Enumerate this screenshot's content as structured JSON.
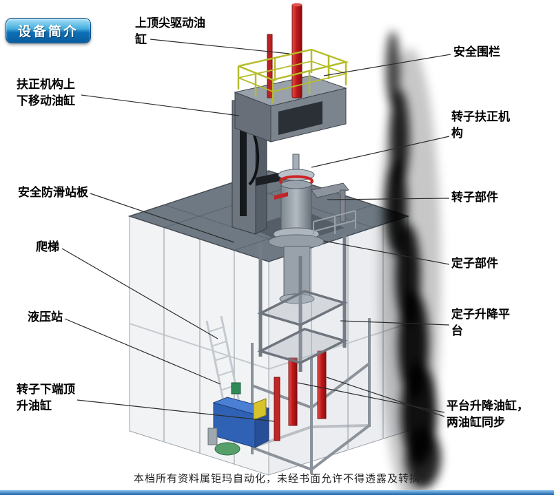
{
  "slide": {
    "title_badge": "设备简介",
    "footer": "本档所有资料属钜玛自动化，未经书面允许不得透露及转摘"
  },
  "labels": {
    "top_tip_drive_cylinder": "上顶尖驱动油缸",
    "safety_fence": "安全围栏",
    "centering_mech_move_cylinder": "扶正机构上下移动油缸",
    "rotor_centering_mech": "转子扶正机构",
    "anti_slip_platform": "安全防滑站板",
    "rotor_part": "转子部件",
    "ladder": "爬梯",
    "stator_part": "定子部件",
    "hydraulic_station": "液压站",
    "stator_lift_platform": "定子升降平台",
    "rotor_bottom_jack_cylinder": "转子下端顶升油缸",
    "platform_lift_cylinders": "平台升降油缸，两油缸同步"
  },
  "colors": {
    "badge_blue": "#1f85cc",
    "cylinder_red": "#c01d1d",
    "fence_yellow": "#b5bd2b",
    "hydraulic_blue": "#2f62b5",
    "platform_gray": "#6e7983"
  }
}
